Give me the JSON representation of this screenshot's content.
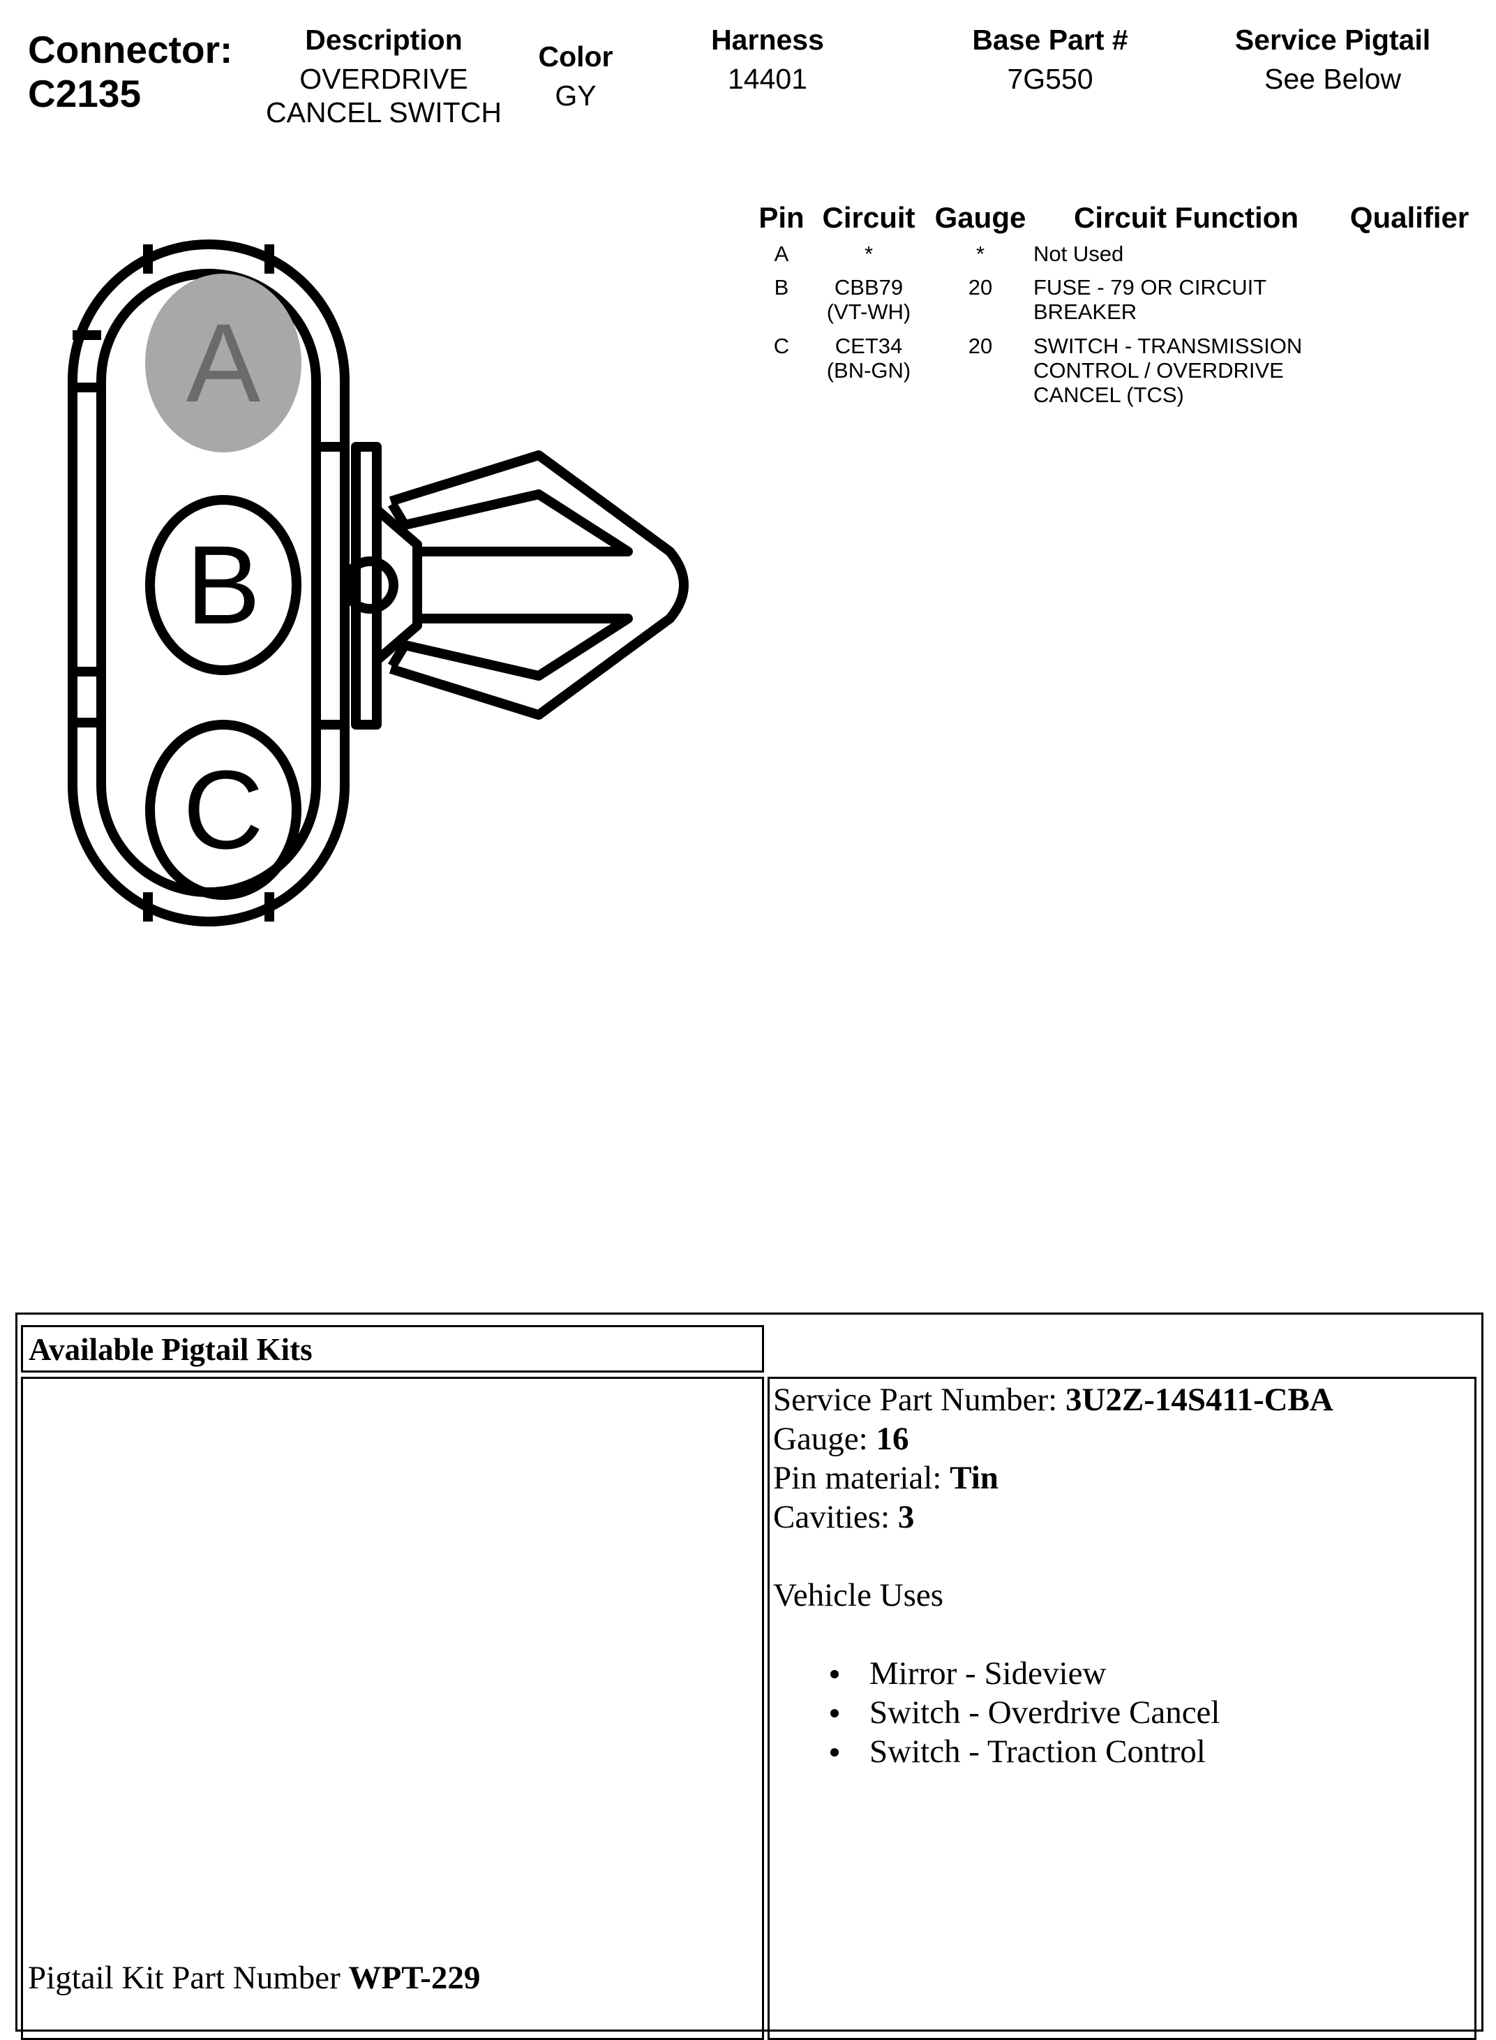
{
  "header": {
    "connector_label": "Connector:",
    "connector_id": "C2135",
    "description_label": "Description",
    "description_line1": "OVERDRIVE",
    "description_line2": "CANCEL SWITCH",
    "color_label": "Color",
    "color_value": "GY",
    "harness_label": "Harness",
    "harness_value": "14401",
    "base_part_label": "Base Part #",
    "base_part_value": "7G550",
    "pigtail_label": "Service Pigtail",
    "pigtail_value": "See Below"
  },
  "pin_table": {
    "headers": {
      "pin": "Pin",
      "circuit": "Circuit",
      "gauge": "Gauge",
      "function": "Circuit Function",
      "qualifier": "Qualifier"
    },
    "rows": [
      {
        "pin": "A",
        "circuit1": "*",
        "circuit2": "",
        "gauge": "*",
        "func1": "Not Used",
        "func2": "",
        "func3": ""
      },
      {
        "pin": "B",
        "circuit1": "CBB79",
        "circuit2": "(VT-WH)",
        "gauge": "20",
        "func1": "FUSE - 79 OR CIRCUIT",
        "func2": "BREAKER",
        "func3": ""
      },
      {
        "pin": "C",
        "circuit1": "CET34",
        "circuit2": "(BN-GN)",
        "gauge": "20",
        "func1": "SWITCH - TRANSMISSION",
        "func2": "CONTROL / OVERDRIVE",
        "func3": "CANCEL (TCS)"
      }
    ]
  },
  "diagram": {
    "pin_labels": [
      "A",
      "B",
      "C"
    ],
    "colors": {
      "stroke": "#000000",
      "unused_pin_fill": "#a8a8a8",
      "unused_pin_text": "#6b6b6b"
    }
  },
  "pigtail": {
    "title": "Available Pigtail Kits",
    "kit_part_label": "Pigtail Kit Part Number ",
    "kit_part_value": "WPT-229",
    "service_part_label": "Service Part Number: ",
    "service_part_value": "3U2Z-14S411-CBA",
    "gauge_label": "Gauge: ",
    "gauge_value": "16",
    "pin_material_label": "Pin material: ",
    "pin_material_value": "Tin",
    "cavities_label": "Cavities: ",
    "cavities_value": "3",
    "vehicle_uses_label": "Vehicle Uses",
    "vehicle_uses": [
      "Mirror - Sideview",
      "Switch - Overdrive Cancel",
      "Switch - Traction Control"
    ]
  }
}
